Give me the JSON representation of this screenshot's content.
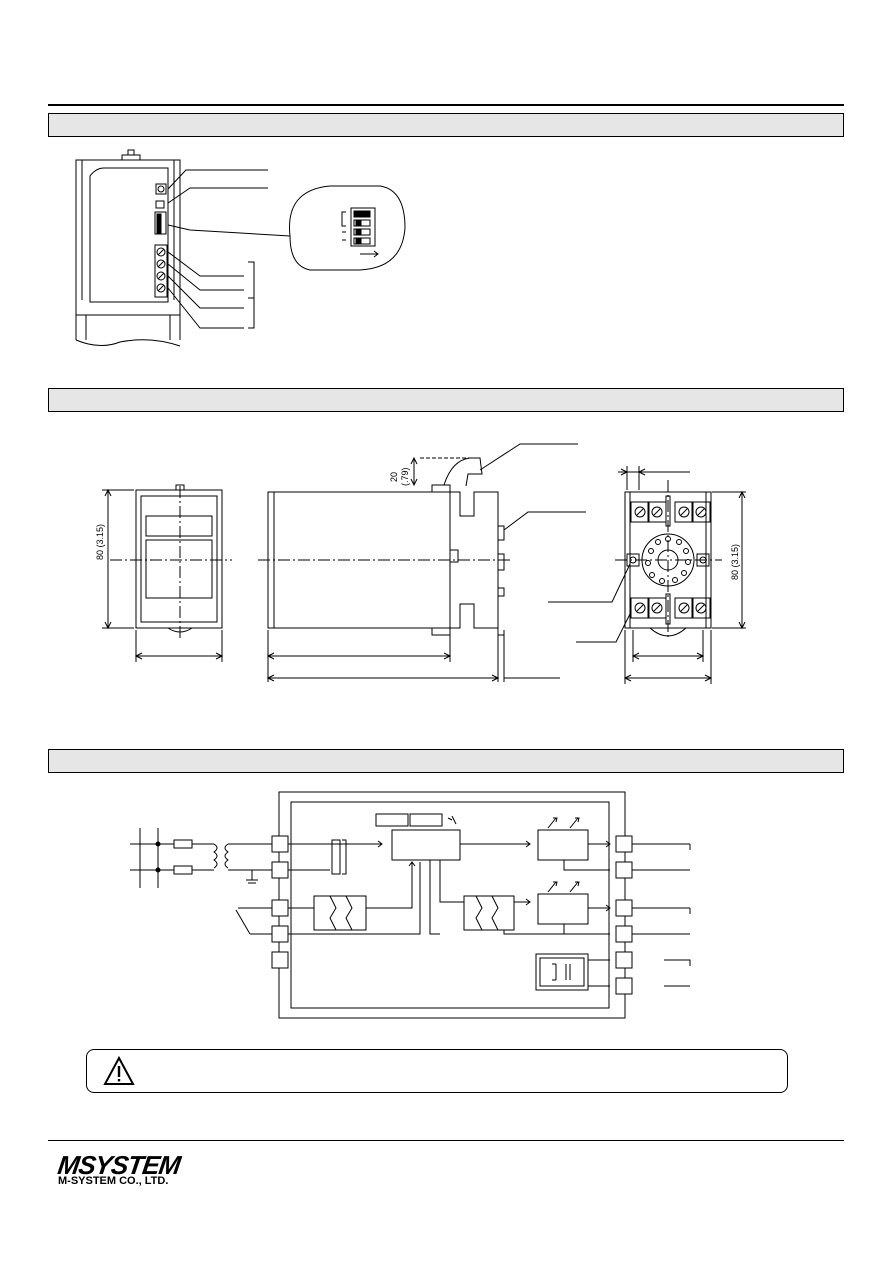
{
  "dimensions": {
    "front_height": "80 (3.15)",
    "socket_height": "80 (3.15)",
    "clearance_v": "20",
    "clearance_v_in": "(.79)"
  },
  "branding": {
    "logo_text": "MSYSTEM",
    "company": "M-SYSTEM CO., LTD."
  }
}
